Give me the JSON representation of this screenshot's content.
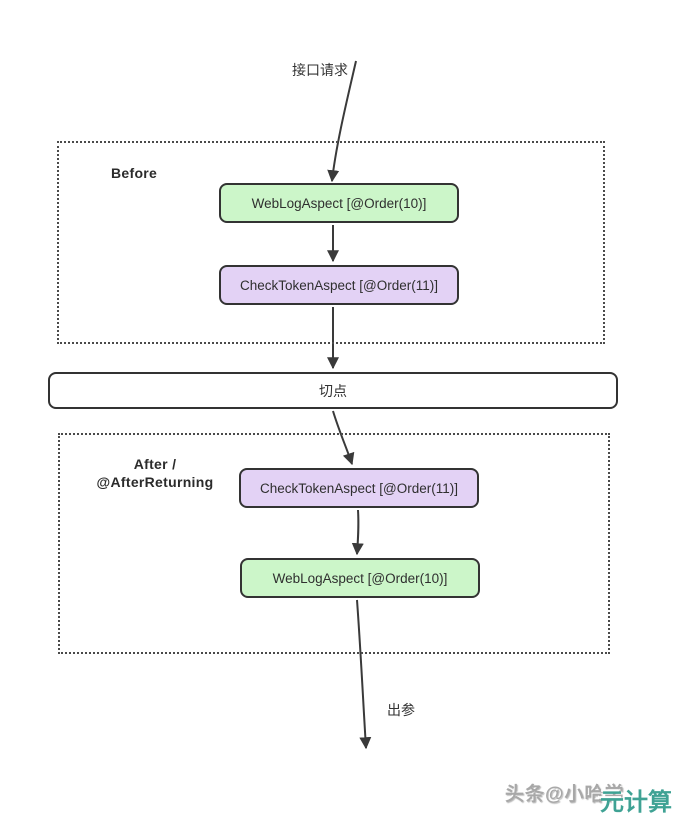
{
  "diagram": {
    "entry_label": "接口请求",
    "exit_label": "出参",
    "pointcut_label": "切点",
    "before": {
      "title": "Before",
      "nodes": [
        {
          "label": "WebLogAspect [@Order(10)]",
          "color": "green"
        },
        {
          "label": "CheckTokenAspect [@Order(11)]",
          "color": "purple"
        }
      ]
    },
    "after": {
      "title_line1": "After /",
      "title_line2": "@AfterReturning",
      "nodes": [
        {
          "label": "CheckTokenAspect [@Order(11)]",
          "color": "purple"
        },
        {
          "label": "WebLogAspect [@Order(10)]",
          "color": "green"
        }
      ]
    }
  },
  "watermark": {
    "author": "头条@小哈学",
    "brand": "元计算"
  },
  "colors": {
    "node_green_fill": "#ccf6c9",
    "node_purple_fill": "#e3d2f5",
    "node_border": "#333333",
    "group_border_dotted": "#4a4a4a",
    "arrow": "#3a3a3a",
    "watermark_gray": "#a8a8a8",
    "brand_teal": "#3fa294",
    "background": "#ffffff"
  }
}
